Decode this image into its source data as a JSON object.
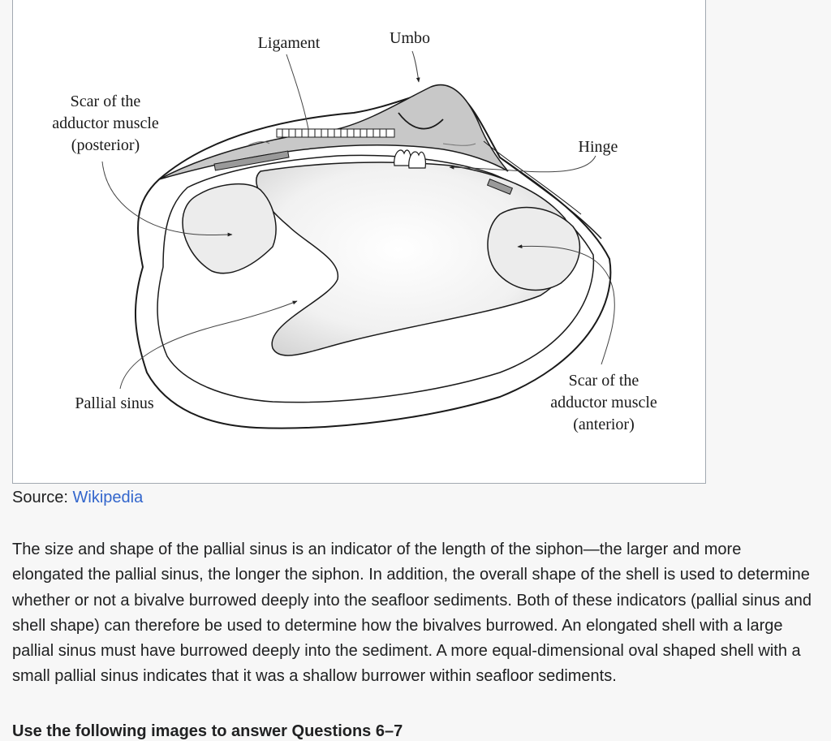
{
  "diagram": {
    "labels": {
      "ligament": "Ligament",
      "umbo": "Umbo",
      "hinge": "Hinge",
      "posterior_1": "Scar of the",
      "posterior_2": "adductor muscle",
      "posterior_3": "(posterior)",
      "pallial_sinus": "Pallial sinus",
      "anterior_1": "Scar of the",
      "anterior_2": "adductor muscle",
      "anterior_3": "(anterior)"
    }
  },
  "source": {
    "prefix": "Source:",
    "link_text": "Wikipedia"
  },
  "paragraph": "The size and shape of the pallial sinus is an indicator of the length of the siphon—the larger and more elongated the pallial sinus, the longer the siphon. In addition, the overall shape of the shell is used to determine whether or not a bivalve burrowed deeply into the seafloor sediments. Both of these indicators (pallial sinus and shell shape) can therefore be used to determine how the bivalves burrowed. An elongated shell with a large pallial sinus must have burrowed deeply into the sediment. A more equal-dimensional oval shaped shell with a small pallial sinus indicates that it was a shallow burrower within seafloor sediments.",
  "next_heading": "Use the following images to answer Questions 6–7"
}
